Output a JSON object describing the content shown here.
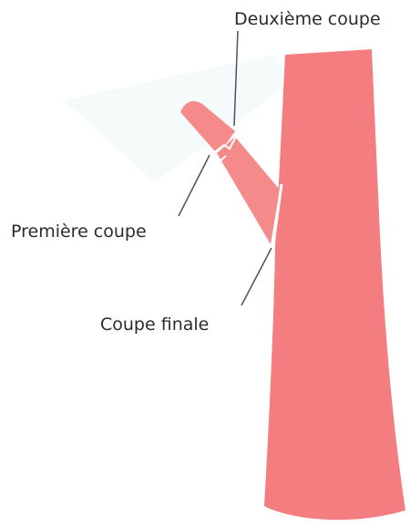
{
  "labels": {
    "second_cut": "Deuxième coupe",
    "first_cut": "Première coupe",
    "final_cut": "Coupe finale"
  },
  "colors": {
    "trunk": "#f47d80",
    "branch": "#f58a8b",
    "leader": "#4a5560",
    "text": "#2b2b2b",
    "background": "#ffffff",
    "faint_shadow": "#eaf4f7"
  }
}
